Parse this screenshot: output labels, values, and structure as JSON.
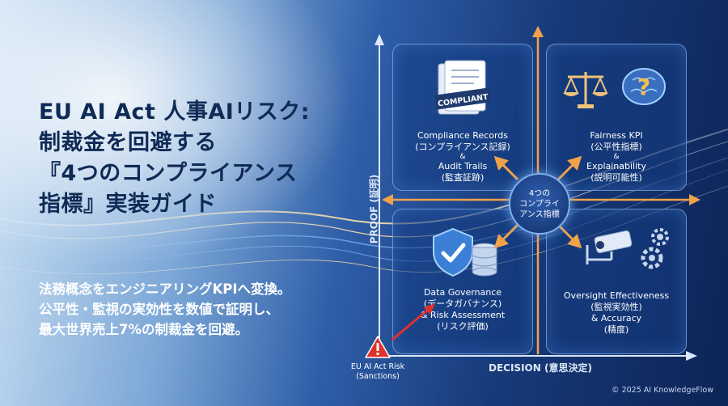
{
  "title_lines": [
    "EU AI Act 人事AIリスク:",
    "制裁金を回避する",
    "『4つのコンプライアンス",
    "指標』実装ガイド"
  ],
  "subtitle_lines": [
    "法務概念をエンジニアリングKPIへ変換。",
    "公平性・監視の実効性を数値で証明し、",
    "最大世界売上7%の制裁金を回避。"
  ],
  "axes": {
    "y_label": "PROOF (証明)",
    "x_label": "DECISION (意思決定)"
  },
  "center_label": [
    "4つの",
    "コンプライ",
    "アンス指標"
  ],
  "quadrants": {
    "top_left": {
      "lines": [
        "Compliance Records",
        "(コンプライアンス記録)",
        "&",
        "Audit Trails",
        "(監査証跡)"
      ],
      "badge": "COMPLIANT"
    },
    "top_right": {
      "lines": [
        "Fairness KPI",
        "(公平性指標)",
        "&",
        "Explainability",
        "(説明可能性)"
      ]
    },
    "bottom_left": {
      "lines": [
        "Data Governance",
        "(データガバナンス)",
        "& Risk Assessment",
        "(リスク評価)"
      ]
    },
    "bottom_right": {
      "lines": [
        "Oversight Effectiveness",
        "(監視実効性)",
        "& Accuracy",
        "(精度)"
      ]
    }
  },
  "risk_label": [
    "EU AI Act Risk",
    "(Sanctions)"
  ],
  "copyright": "© 2025 AI KnowledgeFlow",
  "colors": {
    "risk_red": "#e0322c",
    "accent_orange": "#f0a24a",
    "title_navy": "#0f2a55"
  },
  "icons": [
    "document-compliant-icon",
    "scales-icon",
    "brain-question-icon",
    "shield-check-icon",
    "database-icon",
    "camera-icon",
    "gear-icon",
    "warning-icon"
  ]
}
